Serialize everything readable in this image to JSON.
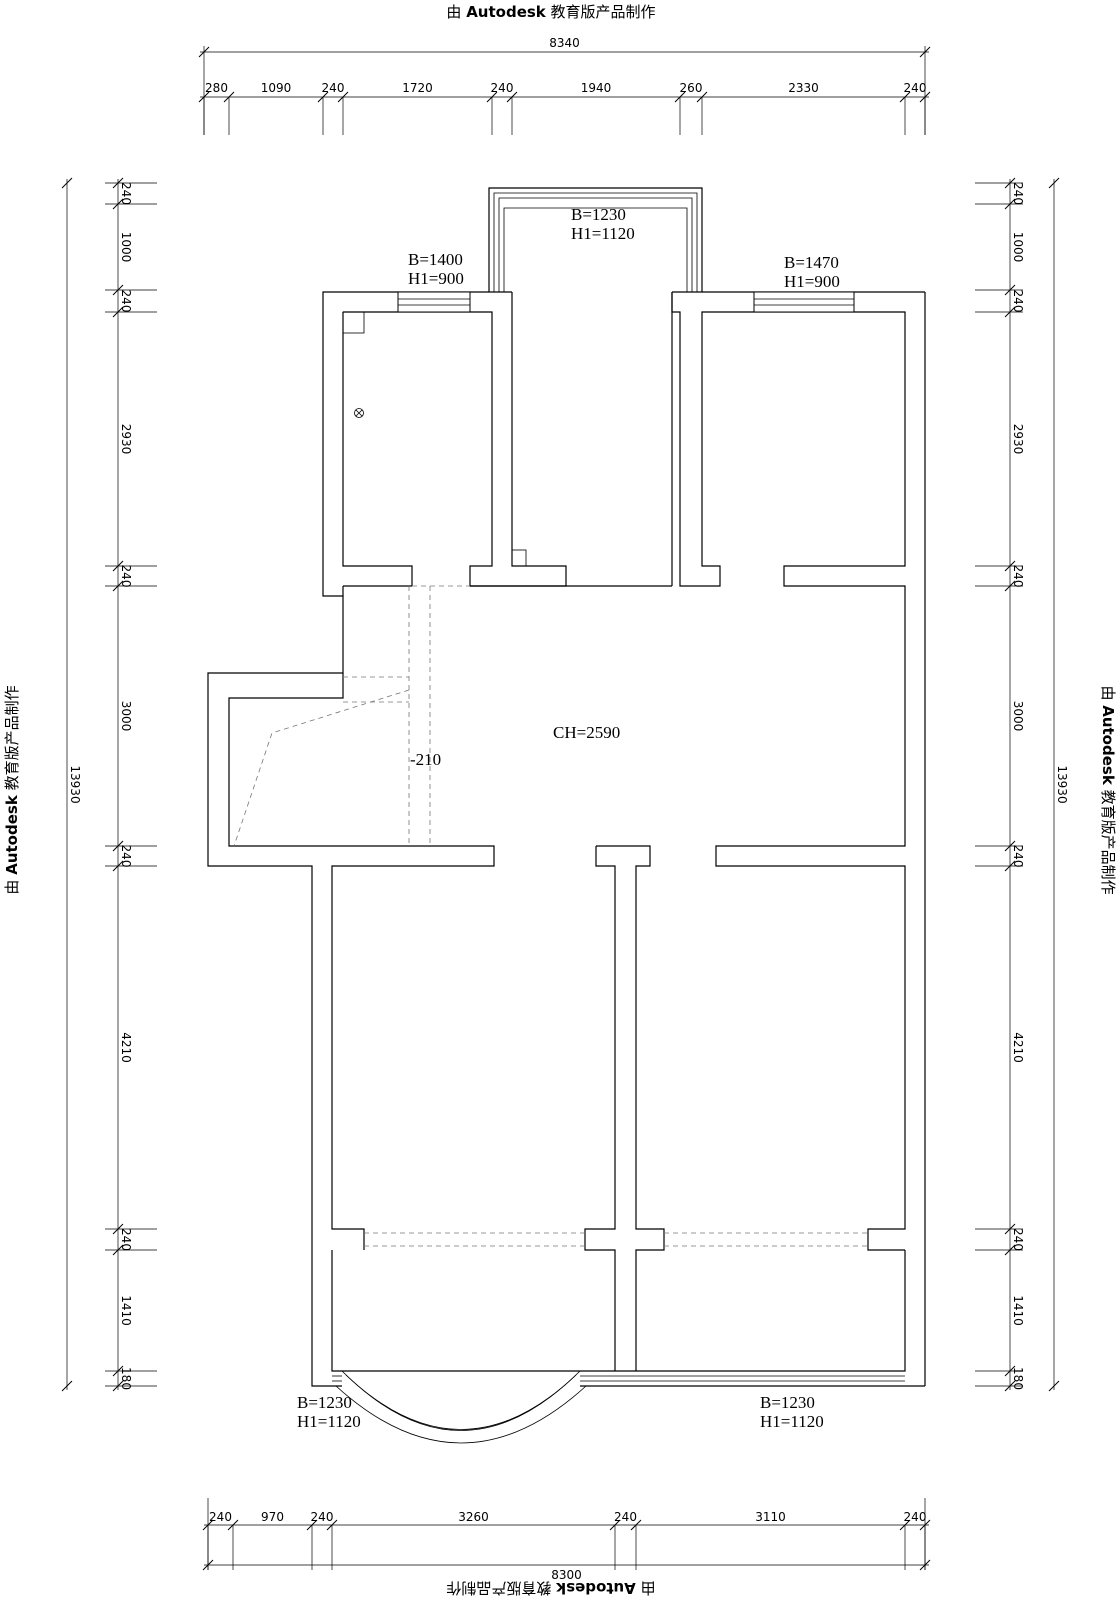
{
  "watermark": {
    "prefix": "由 ",
    "brand": "Autodesk",
    "suffix": " 教育版产品制作"
  },
  "dimensions": {
    "top_total": "8340",
    "top_segments": [
      "280",
      "1090",
      "240",
      "1720",
      "240",
      "1940",
      "260",
      "2330",
      "240"
    ],
    "bottom_total": "8300",
    "bottom_segments": [
      "240",
      "970",
      "240",
      "3260",
      "240",
      "3110",
      "240"
    ],
    "left_total": "13930",
    "left_segments": [
      "240",
      "1000",
      "240",
      "2930",
      "240",
      "3000",
      "240",
      "4210",
      "240",
      "1410",
      "180"
    ],
    "right_total": "13930",
    "right_segments": [
      "240",
      "1000",
      "240",
      "2930",
      "240",
      "3000",
      "240",
      "4210",
      "240",
      "1410",
      "180"
    ]
  },
  "windows": [
    {
      "b": "B=1230",
      "h": "H1=1120"
    },
    {
      "b": "B=1400",
      "h": "H1=900"
    },
    {
      "b": "B=1470",
      "h": "H1=900"
    },
    {
      "b": "B=1230",
      "h": "H1=1120"
    },
    {
      "b": "B=1230",
      "h": "H1=1120"
    }
  ],
  "labels": {
    "ceiling_height": "CH=2590",
    "level": "-210"
  }
}
